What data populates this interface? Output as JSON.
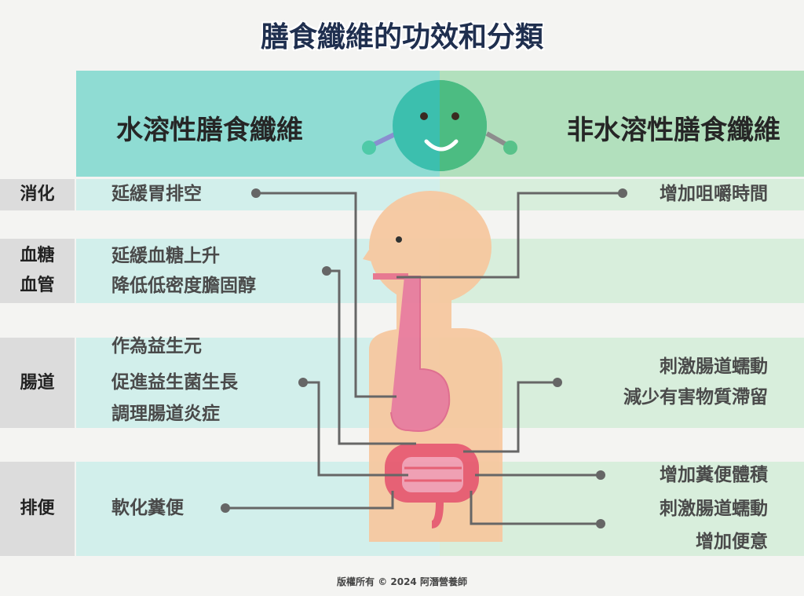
{
  "title": "膳食纖維的功效和分類",
  "header": {
    "left": "水溶性膳食纖維",
    "right": "非水溶性膳食纖維"
  },
  "categories": [
    "消化",
    "血糖",
    "血管",
    "腸道",
    "排便"
  ],
  "soluble": {
    "digestion": "延緩胃排空",
    "sugar": "延緩血糖上升",
    "vessel": "降低低密度膽固醇",
    "gut": [
      "作為益生元",
      "促進益生菌生長",
      "調理腸道炎症"
    ],
    "stool": "軟化糞便"
  },
  "insoluble": {
    "digestion": "增加咀嚼時間",
    "gut": [
      "刺激腸道蠕動",
      "減少有害物質滯留"
    ],
    "stool": [
      "增加糞便體積",
      "刺激腸道蠕動",
      "增加便意"
    ]
  },
  "footer": "版權所有 © 2024 阿潛營養師",
  "colors": {
    "soluble": "#8fdcd3",
    "insoluble": "#b2e0bd",
    "line": "#666666"
  }
}
